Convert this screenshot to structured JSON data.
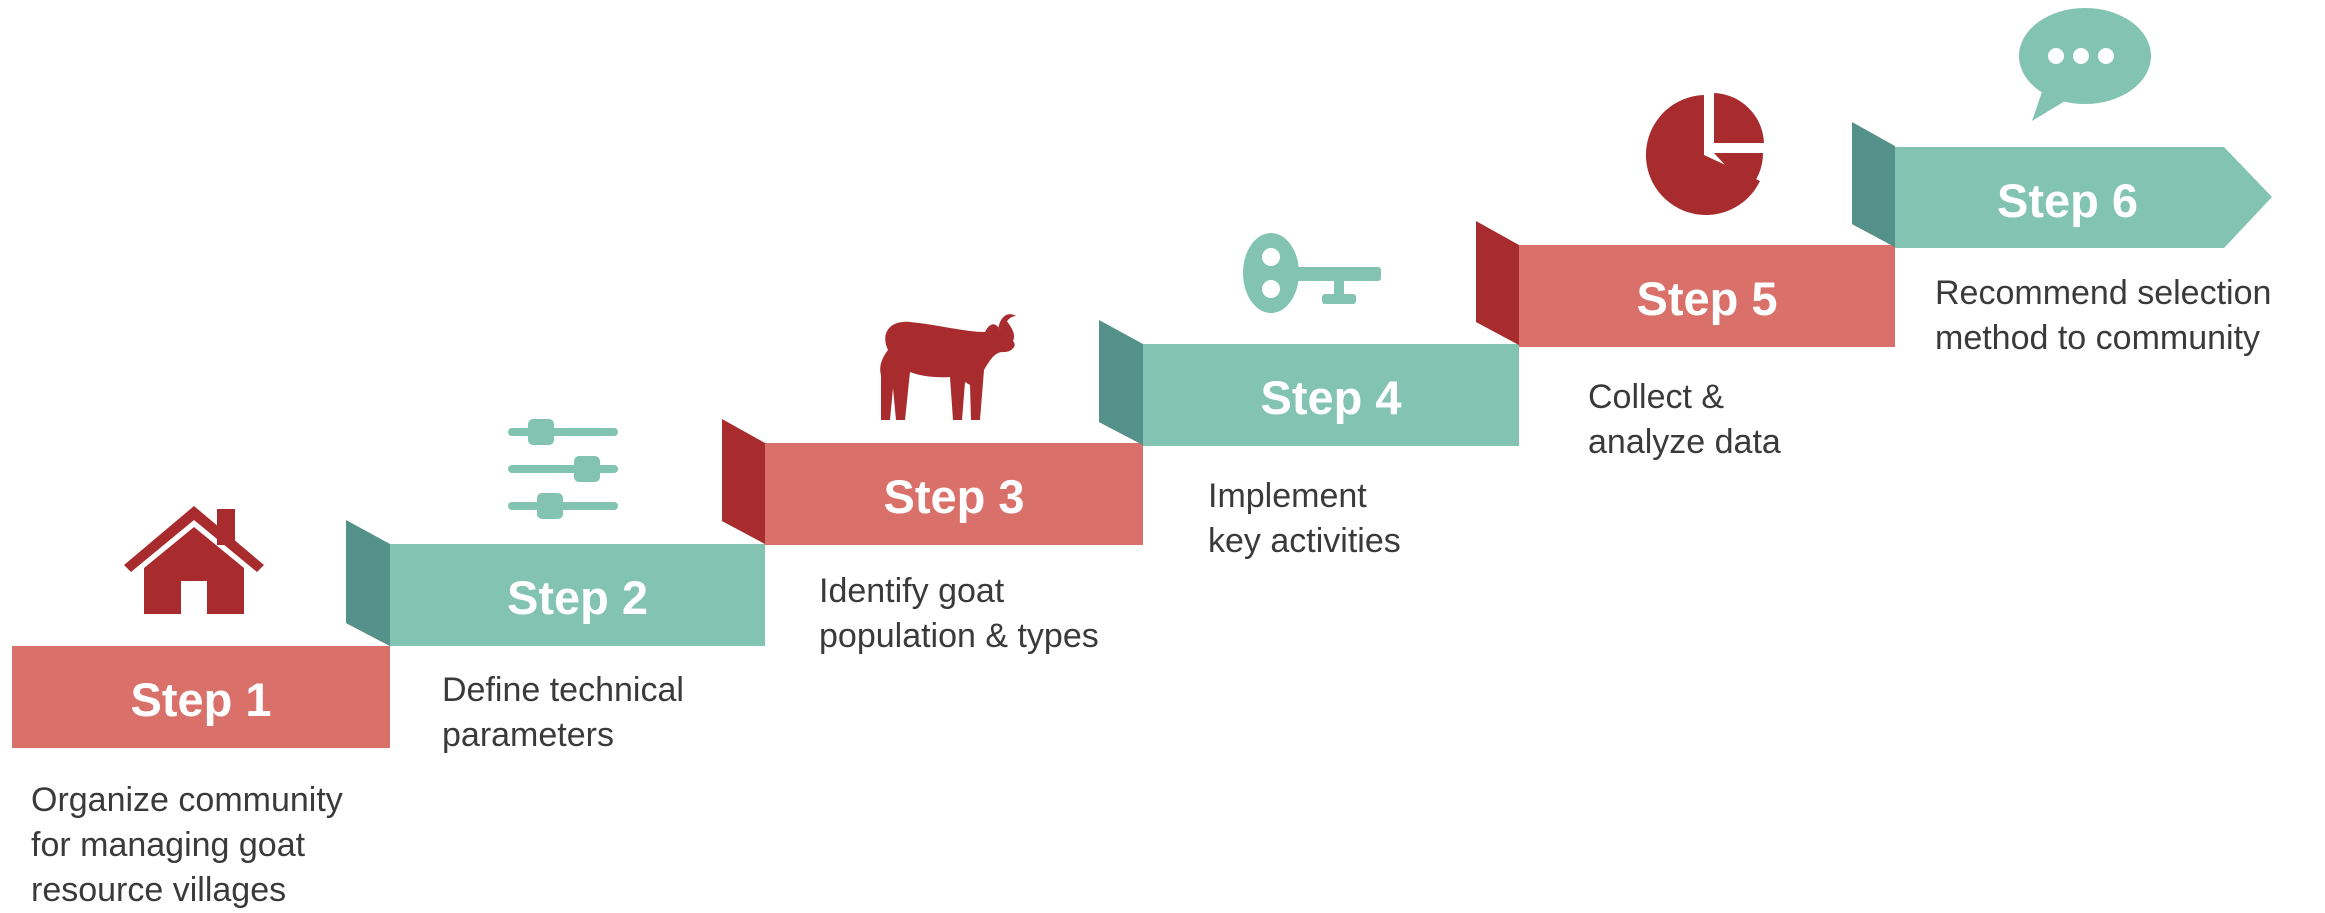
{
  "colors": {
    "coral": "#d9706a",
    "coral_dark": "#a82c2d",
    "teal": "#82c3b1",
    "teal_dark": "#53918a",
    "text": "#3a3a3a",
    "white": "#ffffff"
  },
  "steps": [
    {
      "label": "Step 1",
      "description": "Organize community\nfor managing goat\nresource villages",
      "color": "coral",
      "icon": "house-icon"
    },
    {
      "label": "Step 2",
      "description": "Define technical\nparameters",
      "color": "teal",
      "icon": "sliders-icon"
    },
    {
      "label": "Step 3",
      "description": "Identify goat\npopulation & types",
      "color": "coral",
      "icon": "goat-icon"
    },
    {
      "label": "Step 4",
      "description": "Implement\nkey activities",
      "color": "teal",
      "icon": "key-icon"
    },
    {
      "label": "Step 5",
      "description": "Collect &\nanalyze data",
      "color": "coral",
      "icon": "pie-chart-icon"
    },
    {
      "label": "Step 6",
      "description": "Recommend selection\nmethod to community",
      "color": "teal",
      "icon": "speech-bubble-icon"
    }
  ]
}
